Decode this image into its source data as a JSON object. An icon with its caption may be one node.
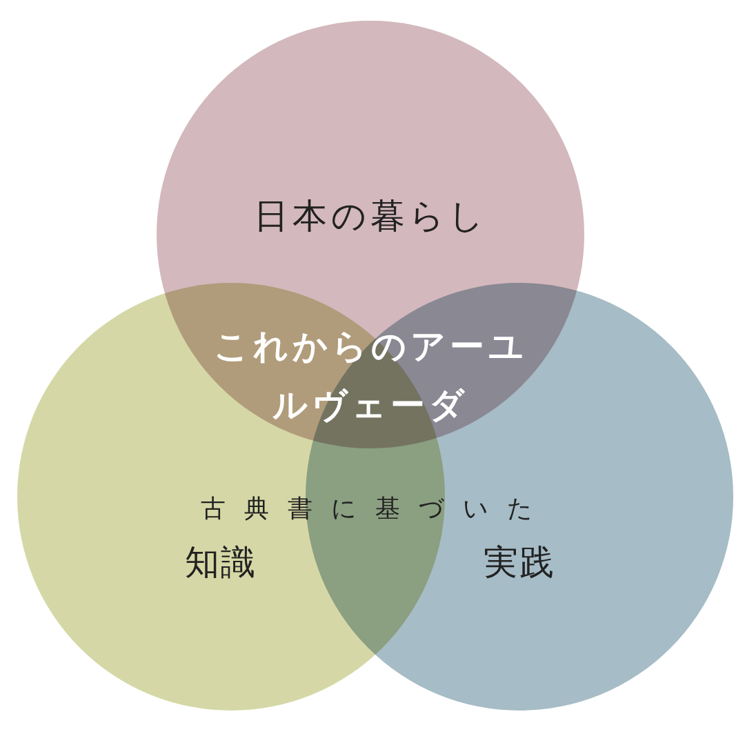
{
  "diagram": {
    "nodes": [
      {
        "text": [
          "日本の暮らし"
        ]
      },
      {
        "text": [
          "知識"
        ]
      },
      {
        "text": [
          "実践"
        ]
      }
    ],
    "labels": [
      "これからのアーユルヴェーダ",
      "古典書に基づいた"
    ]
  }
}
